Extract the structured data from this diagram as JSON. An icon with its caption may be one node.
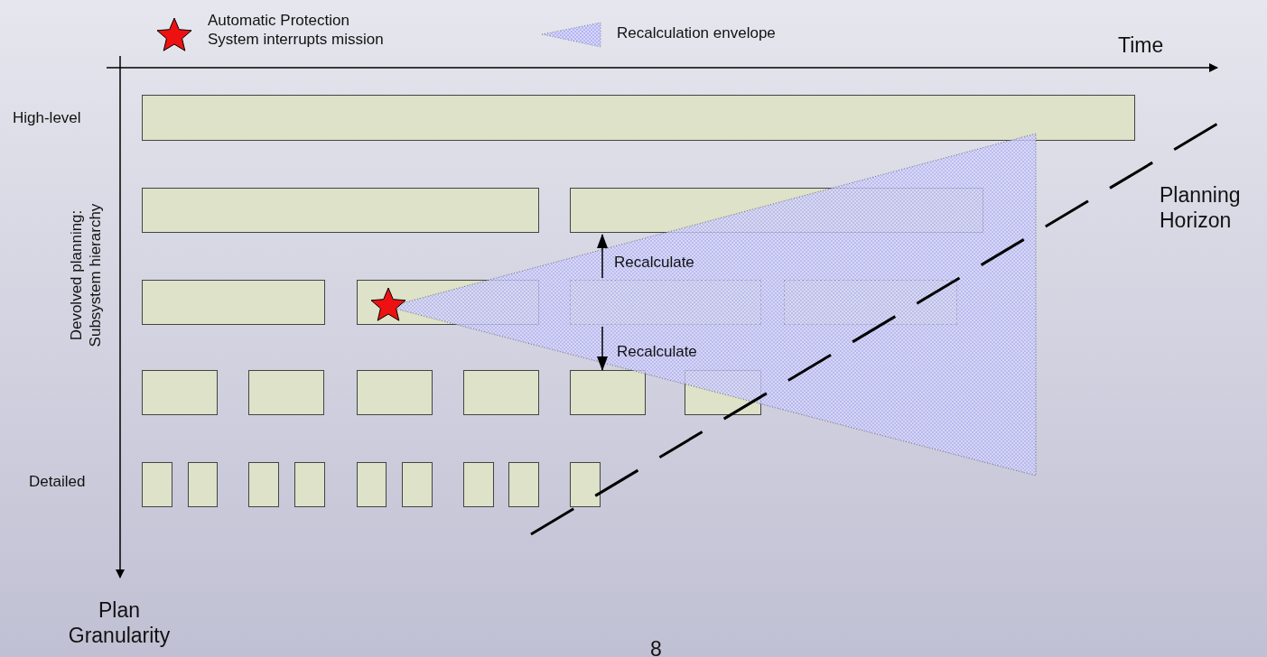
{
  "diagram": {
    "nodes": [
      {
        "text": [],
        "shape": "bar"
      },
      {
        "text": [],
        "shape": "bar"
      },
      {
        "text": [],
        "shape": "bar"
      },
      {
        "text": [],
        "shape": "bar"
      },
      {
        "text": [],
        "shape": "bar"
      },
      {
        "text": [],
        "shape": "bar"
      },
      {
        "text": [],
        "shape": "bar"
      },
      {
        "text": [],
        "shape": "bar"
      },
      {
        "text": [],
        "shape": "bar"
      },
      {
        "text": [],
        "shape": "bar"
      },
      {
        "text": [],
        "shape": "bar"
      },
      {
        "text": [],
        "shape": "bar"
      },
      {
        "text": [],
        "shape": "bar"
      },
      {
        "text": [],
        "shape": "bar"
      },
      {
        "text": [],
        "shape": "bar"
      },
      {
        "text": [],
        "shape": "bar"
      },
      {
        "text": [],
        "shape": "bar"
      },
      {
        "text": [],
        "shape": "bar"
      },
      {
        "text": [],
        "shape": "bar"
      },
      {
        "text": [],
        "shape": "bar"
      },
      {
        "text": [],
        "shape": "bar"
      },
      {
        "text": [],
        "shape": "bar"
      }
    ],
    "edges": [
      {
        "from": 5,
        "to": 2,
        "arrow": "to",
        "label": "Recalculate"
      },
      {
        "from": 5,
        "to": 11,
        "arrow": "to",
        "label": "Recalculate"
      }
    ],
    "labels": [
      "Time",
      "High-level",
      "Devolved planning: Subsystem hierarchy",
      "Planning Horizon",
      "Detailed",
      "Plan Granularity",
      "8"
    ],
    "legend": [
      {
        "text": "Automatic Protection System interrupts mission"
      },
      {
        "text": "Recalculation envelope"
      }
    ]
  }
}
